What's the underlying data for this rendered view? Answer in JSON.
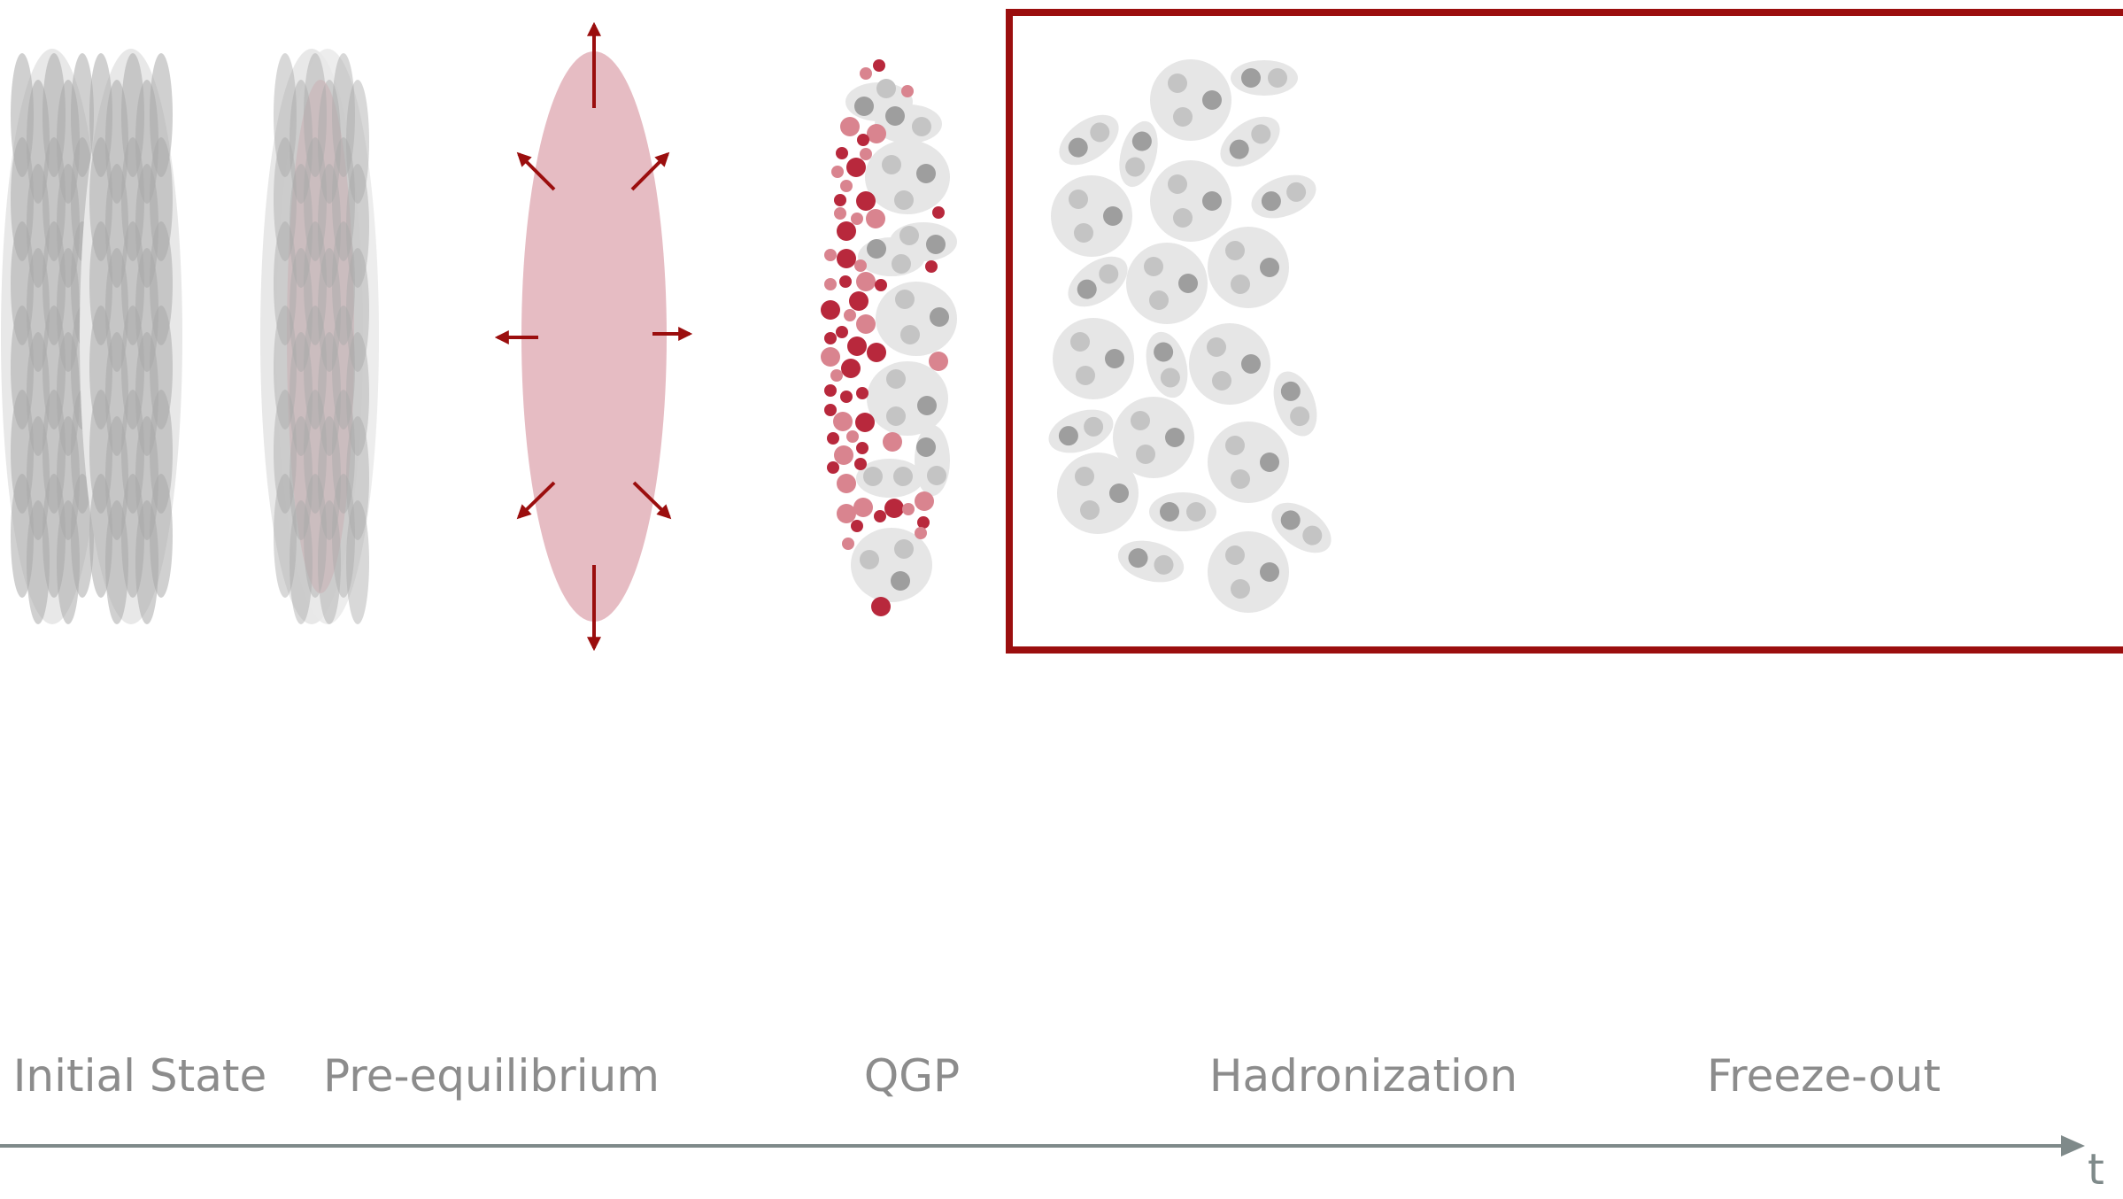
{
  "stages": [
    {
      "id": "initial-state",
      "label": "Initial State"
    },
    {
      "id": "pre-equilibrium",
      "label": "Pre-equilibrium"
    },
    {
      "id": "qgp",
      "label": "QGP"
    },
    {
      "id": "hadronization",
      "label": "Hadronization"
    },
    {
      "id": "freeze-out",
      "label": "Freeze-out"
    }
  ],
  "time_axis": {
    "label": "t"
  },
  "highlighted_stage": "freeze-out",
  "colors": {
    "nucleus_halo": "#e8e8e8",
    "nucleon": "#a9a9a9",
    "qgp": "#e6bcc3",
    "arrow": "#9b0e0e",
    "quark_dark": "#b8283c",
    "quark_light": "#d9848f",
    "hadron_halo": "#e6e6e6",
    "hadron_quark_dark": "#9e9e9e",
    "hadron_quark_light": "#c4c4c4",
    "highlight_box": "#9b0e0e",
    "axis": "#7f8a8a",
    "label": "#8c8c8c"
  }
}
